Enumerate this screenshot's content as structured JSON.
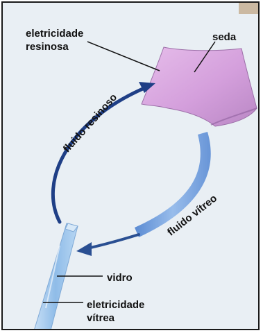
{
  "labels": {
    "resinous_electricity": "eletricidade resinosa",
    "silk": "seda",
    "glass": "vidro",
    "vitreous_electricity": "eletricidade vítrea",
    "resinous_fluid": "fluido resinoso",
    "vitreous_fluid": "fluido vítreo"
  },
  "colors": {
    "background": "#e9eff4",
    "silk": "#d7a3df",
    "glass": "#a9cdee",
    "arrow_resinous": "#1f3f86",
    "arrow_vitreous_band": "#6f9fdb",
    "arrow_vitreous_head": "#2a4f92"
  }
}
